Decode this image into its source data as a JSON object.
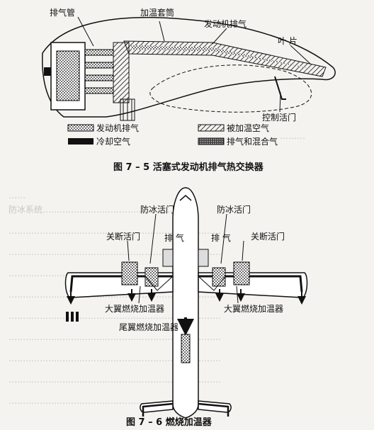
{
  "figure1": {
    "labels": {
      "exhaust_pipe": "排气管",
      "heating_sleeve": "加温套筒",
      "engine_exhaust_top": "发动机排气",
      "blade": "叶 片",
      "control_valve": "控制活门"
    },
    "legend": [
      {
        "label": "发动机排气"
      },
      {
        "label": "被加温空气"
      },
      {
        "label": "冷却空气"
      },
      {
        "label": "排气和混合气"
      }
    ],
    "caption": "图 7 – 5    活塞式发动机排气热交换器"
  },
  "figure2": {
    "labels": {
      "anti_ice_left": "防冰活门",
      "anti_ice_right": "防冰活门",
      "shutoff_left": "关断活门",
      "shutoff_right": "关断活门",
      "exhaust_left": "排 气",
      "exhaust_right": "排 气",
      "wing_heater_left": "大翼燃烧加温器",
      "wing_heater_right": "大翼燃烧加温器",
      "tail_heater": "尾翼燃烧加温器"
    },
    "caption": "图 7 – 6    燃烧加温器"
  },
  "colors": {
    "ink": "#111111",
    "paper": "#f4f3ef",
    "faint": "#c9c7c1"
  }
}
